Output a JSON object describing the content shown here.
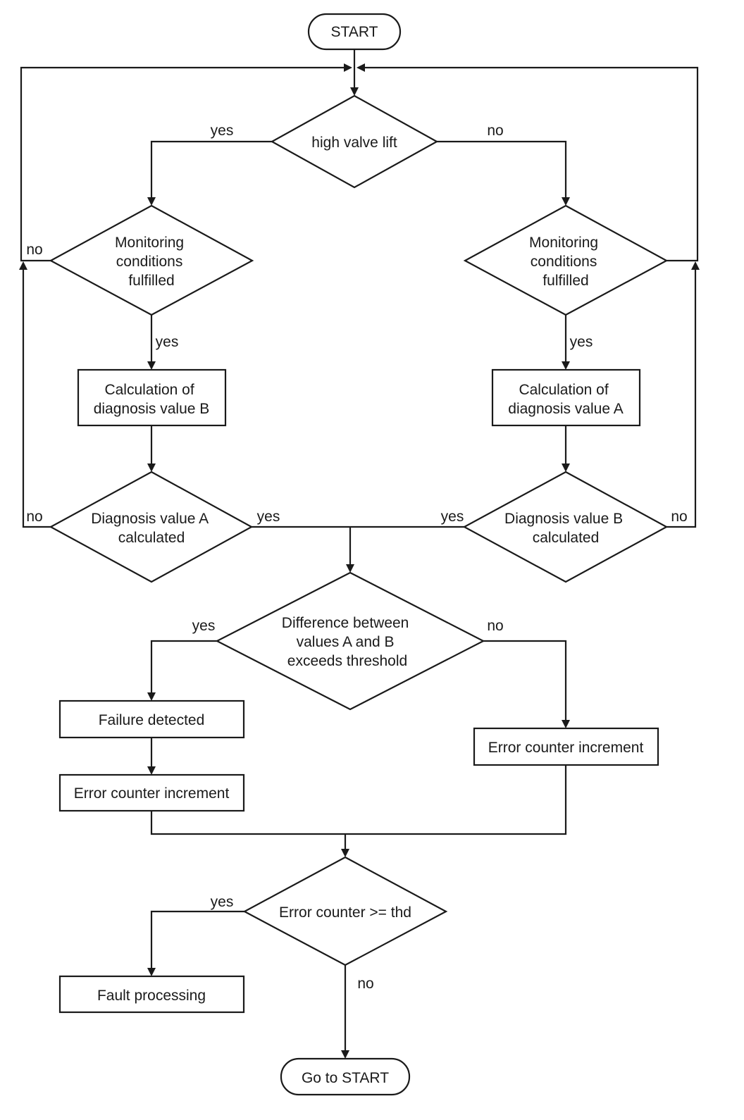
{
  "nodes": {
    "start": "START",
    "high_valve_lift": "high valve lift",
    "monitoring_left": [
      "Monitoring",
      "conditions",
      "fulfilled"
    ],
    "monitoring_right": [
      "Monitoring",
      "conditions",
      "fulfilled"
    ],
    "calc_b": [
      "Calculation of",
      "diagnosis value B"
    ],
    "calc_a": [
      "Calculation of",
      "diagnosis value A"
    ],
    "diag_a_calculated": [
      "Diagnosis value A",
      "calculated"
    ],
    "diag_b_calculated": [
      "Diagnosis value B",
      "calculated"
    ],
    "difference_check": [
      "Difference between",
      "values A and B",
      "exceeds threshold"
    ],
    "failure_detected": "Failure detected",
    "error_inc_left": "Error counter increment",
    "error_inc_right": "Error counter increment",
    "error_counter_check": "Error counter >= thd",
    "fault_processing": "Fault processing",
    "go_to_start": "Go to START"
  },
  "edge_labels": {
    "hvl_yes": "yes",
    "hvl_no": "no",
    "mon_left_no": "no",
    "mon_left_yes": "yes",
    "mon_right_yes": "yes",
    "diag_a_no": "no",
    "diag_a_yes": "yes",
    "diag_b_yes": "yes",
    "diag_b_no": "no",
    "diff_yes": "yes",
    "diff_no": "no",
    "ec_yes": "yes",
    "ec_no": "no"
  }
}
